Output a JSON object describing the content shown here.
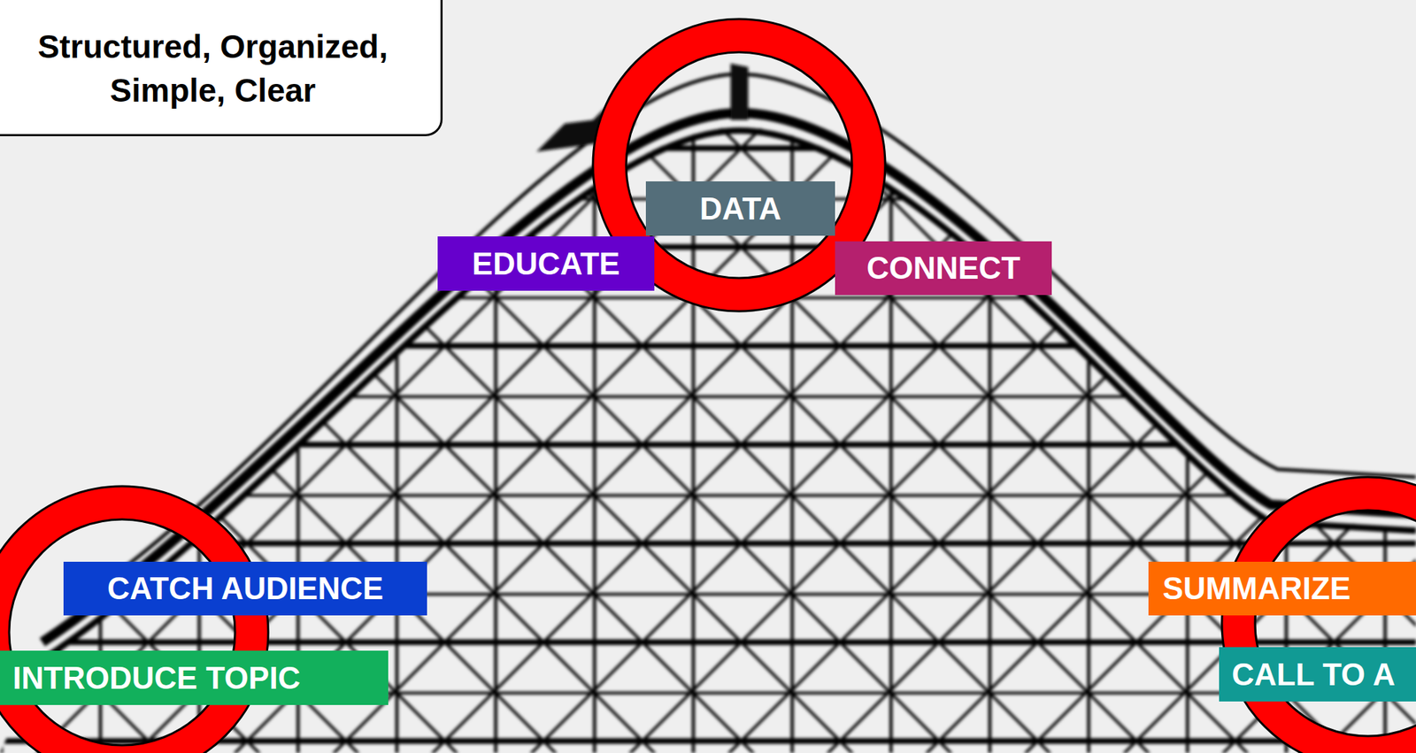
{
  "diagram": {
    "nodes": [
      {
        "text": [
          "Structured, Organized, Simple, Clear"
        ]
      },
      {
        "text": [
          "DATA"
        ]
      },
      {
        "text": [
          "EDUCATE"
        ]
      },
      {
        "text": [
          "CONNECT"
        ]
      },
      {
        "text": [
          "CATCH AUDIENCE"
        ]
      },
      {
        "text": [
          "SUMMARIZE"
        ]
      },
      {
        "text": [
          "INTRODUCE TOPIC"
        ]
      },
      {
        "text": [
          "CALL TO A"
        ]
      }
    ]
  }
}
